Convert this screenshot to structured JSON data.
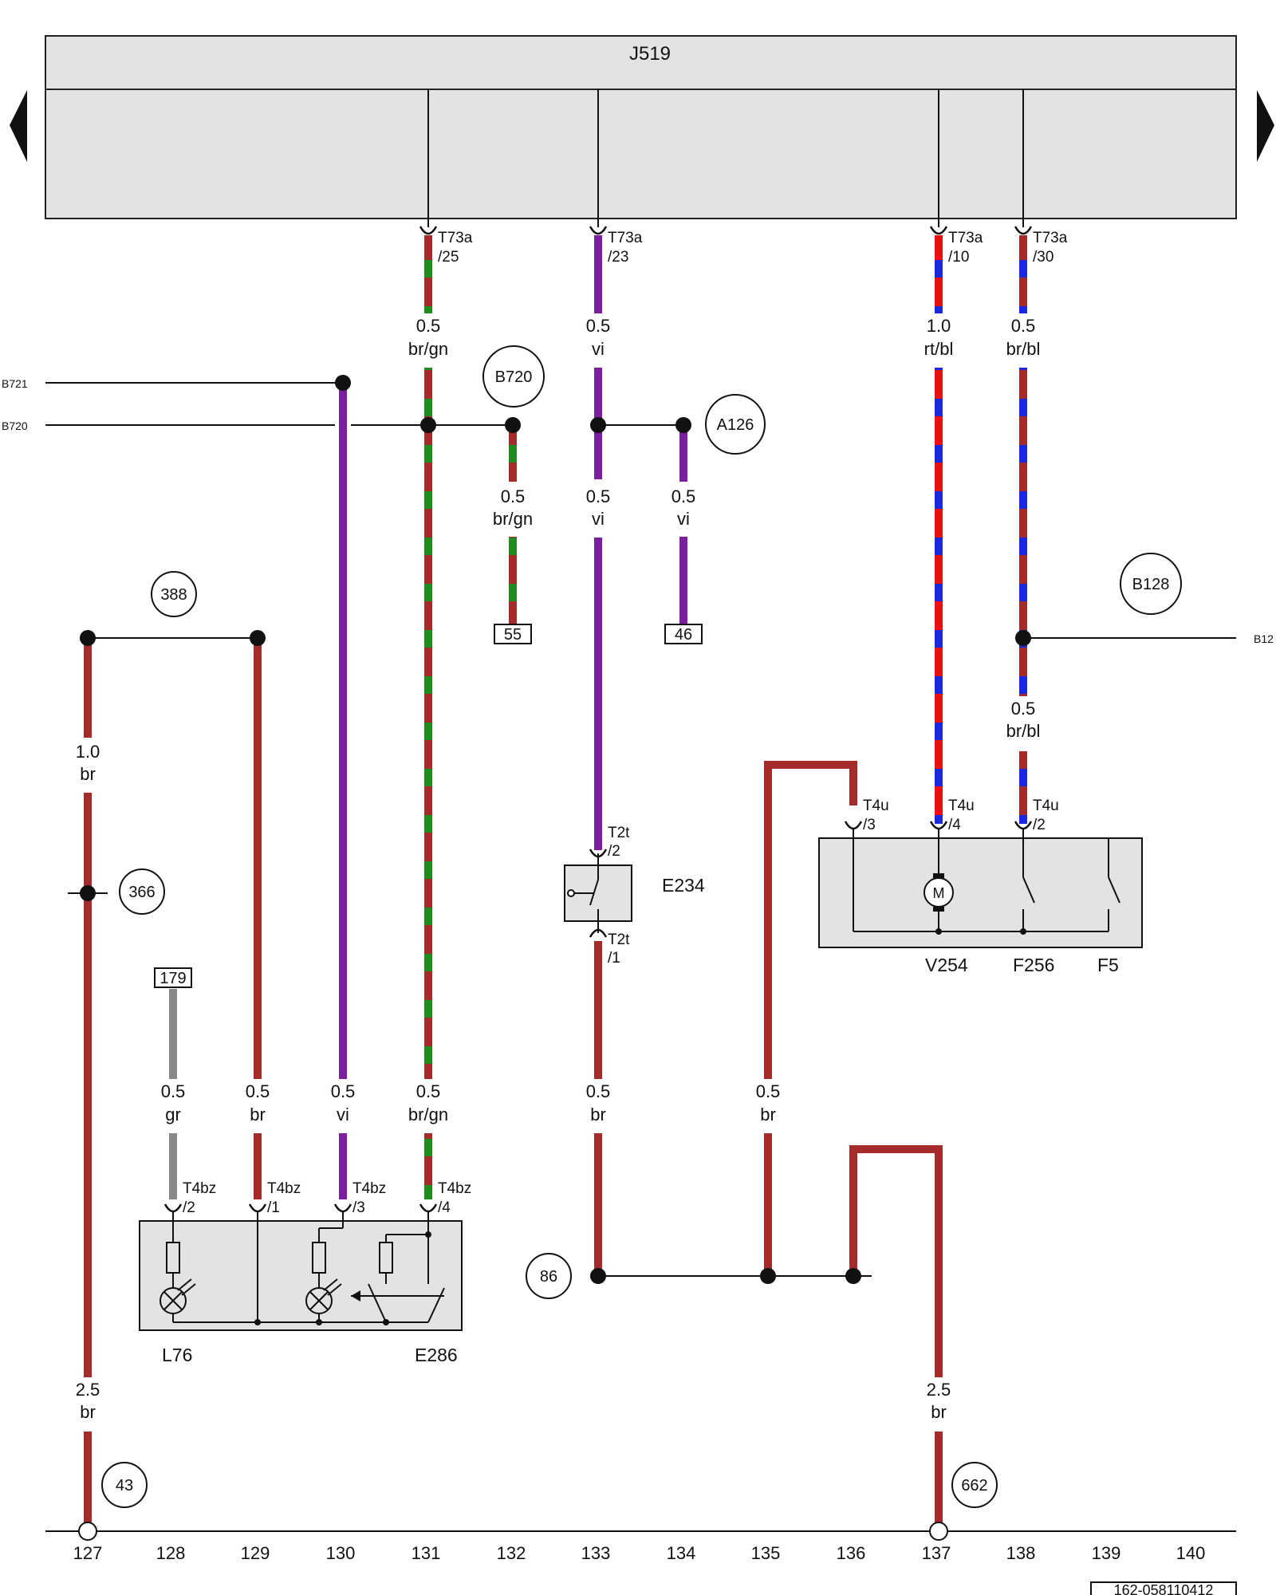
{
  "title": "J519",
  "ecu_pins": [
    {
      "conn": "T73a",
      "pin": "/25"
    },
    {
      "conn": "T73a",
      "pin": "/23"
    },
    {
      "conn": "T73a",
      "pin": "/10"
    },
    {
      "conn": "T73a",
      "pin": "/30"
    }
  ],
  "wire_labels": [
    {
      "size": "0.5",
      "color": "br/gn"
    },
    {
      "size": "0.5",
      "color": "vi"
    },
    {
      "size": "1.0",
      "color": "rt/bl"
    },
    {
      "size": "0.5",
      "color": "br/bl"
    },
    {
      "size": "0.5",
      "color": "br/gn"
    },
    {
      "size": "0.5",
      "color": "vi"
    },
    {
      "size": "0.5",
      "color": "vi"
    },
    {
      "size": "1.0",
      "color": "br"
    },
    {
      "size": "0.5",
      "color": "br/bl"
    },
    {
      "size": "0.5",
      "color": "gr"
    },
    {
      "size": "0.5",
      "color": "br"
    },
    {
      "size": "0.5",
      "color": "vi"
    },
    {
      "size": "0.5",
      "color": "br/gn"
    },
    {
      "size": "0.5",
      "color": "br"
    },
    {
      "size": "0.5",
      "color": "br"
    },
    {
      "size": "2.5",
      "color": "br"
    },
    {
      "size": "2.5",
      "color": "br"
    }
  ],
  "side_refs": [
    "B721",
    "B720",
    "B12"
  ],
  "circle_refs": [
    "B720",
    "A126",
    "388",
    "B128",
    "366",
    "86",
    "43",
    "662"
  ],
  "box_refs": [
    "55",
    "46",
    "179"
  ],
  "components": [
    "E234",
    "V254",
    "F256",
    "F5",
    "L76",
    "E286"
  ],
  "motor_symbol": "M",
  "connector_pins": [
    {
      "conn": "T2t",
      "pin": "/2"
    },
    {
      "conn": "T2t",
      "pin": "/1"
    },
    {
      "conn": "T4u",
      "pin": "/3"
    },
    {
      "conn": "T4u",
      "pin": "/4"
    },
    {
      "conn": "T4u",
      "pin": "/2"
    },
    {
      "conn": "T4bz",
      "pin": "/2"
    },
    {
      "conn": "T4bz",
      "pin": "/1"
    },
    {
      "conn": "T4bz",
      "pin": "/3"
    },
    {
      "conn": "T4bz",
      "pin": "/4"
    }
  ],
  "track_numbers": [
    "127",
    "128",
    "129",
    "130",
    "131",
    "132",
    "133",
    "134",
    "135",
    "136",
    "137",
    "138",
    "139",
    "140"
  ],
  "doc_id": "162-058110412",
  "colors": {
    "br": "#a52a2a",
    "gn": "#1e8c1e",
    "vi": "#7a1fa0",
    "rt": "#e81010",
    "bl": "#1a28e0",
    "gr": "#888888",
    "panel": "#e3e3e3"
  }
}
